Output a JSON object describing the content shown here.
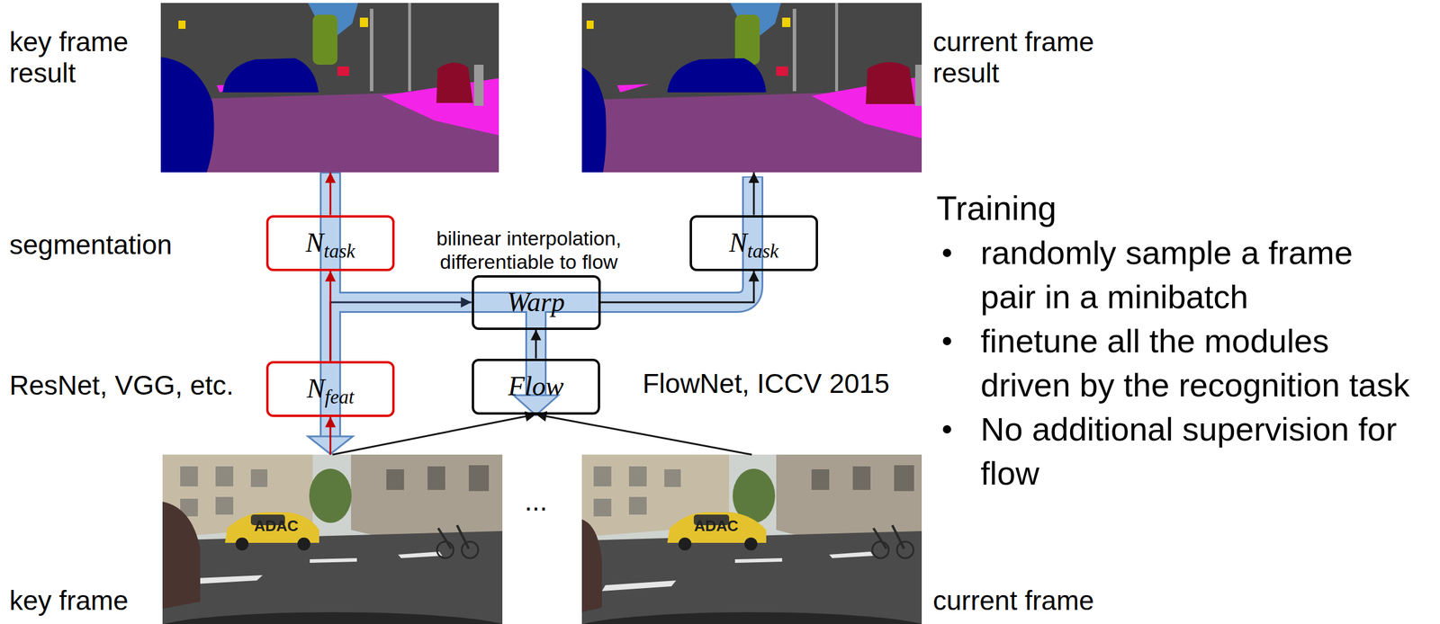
{
  "diagram": {
    "nodes": [
      {
        "text": [
          "key frame result"
        ]
      },
      {
        "text": [
          "current frame result"
        ]
      },
      {
        "text": [
          "N",
          "task"
        ]
      },
      {
        "text": [
          "N",
          "task"
        ]
      },
      {
        "text": [
          "Warp"
        ]
      },
      {
        "text": [
          "N",
          "feat"
        ]
      },
      {
        "text": [
          "Flow"
        ]
      },
      {
        "text": [
          "key frame"
        ]
      },
      {
        "text": [
          "current frame"
        ]
      }
    ],
    "edges": [
      {
        "from": 7,
        "to": 5,
        "arrow": "to"
      },
      {
        "from": 5,
        "to": 2,
        "arrow": "to"
      },
      {
        "from": 2,
        "to": 0,
        "arrow": "to"
      },
      {
        "from": 5,
        "to": 4,
        "arrow": "to"
      },
      {
        "from": 6,
        "to": 4,
        "arrow": "to"
      },
      {
        "from": 7,
        "to": 6,
        "arrow": "to"
      },
      {
        "from": 8,
        "to": 6,
        "arrow": "to"
      },
      {
        "from": 4,
        "to": 3,
        "arrow": "to"
      },
      {
        "from": 3,
        "to": 1,
        "arrow": "to"
      }
    ],
    "labels": [
      "segmentation",
      "ResNet, VGG, etc.",
      "bilinear interpolation, differentiable to flow",
      "FlowNet, ICCV 2015",
      "...",
      "ADAC",
      "ADAC",
      "Training",
      "randomly sample a frame pair in a minibatch",
      "finetune all the modules driven by the recognition task",
      "No additional supervision for flow"
    ]
  }
}
